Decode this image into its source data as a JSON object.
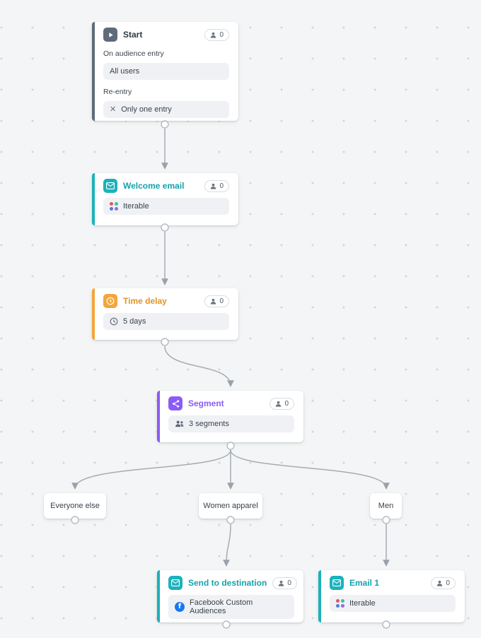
{
  "canvas": {
    "bg_color": "#f4f5f6",
    "dot_color": "#d2d4d9",
    "connector_color": "#a6acb4"
  },
  "nodes": {
    "start": {
      "title": "Start",
      "badge_count": "0",
      "accent_color": "#5f6b7b",
      "icon": "play-icon",
      "entry_label": "On audience entry",
      "entry_value": "All users",
      "reentry_label": "Re-entry",
      "reentry_value": "Only one entry"
    },
    "welcome_email": {
      "title": "Welcome email",
      "badge_count": "0",
      "accent_color": "#1bb2bb",
      "icon": "envelope-icon",
      "provider": "Iterable"
    },
    "time_delay": {
      "title": "Time delay",
      "badge_count": "0",
      "accent_color": "#f2a63b",
      "icon": "clock-icon",
      "duration": "5 days"
    },
    "segment": {
      "title": "Segment",
      "badge_count": "0",
      "accent_color": "#8b5cf6",
      "icon": "split-icon",
      "value": "3 segments"
    },
    "send_to_destination": {
      "title": "Send to destination",
      "badge_count": "0",
      "accent_color": "#1bb2bb",
      "icon": "envelope-icon",
      "provider": "Facebook Custom Audiences"
    },
    "email_1": {
      "title": "Email 1",
      "badge_count": "0",
      "accent_color": "#1bb2bb",
      "icon": "envelope-icon",
      "provider": "Iterable"
    }
  },
  "branches": [
    {
      "label": "Everyone else"
    },
    {
      "label": "Women apparel"
    },
    {
      "label": "Men"
    }
  ]
}
